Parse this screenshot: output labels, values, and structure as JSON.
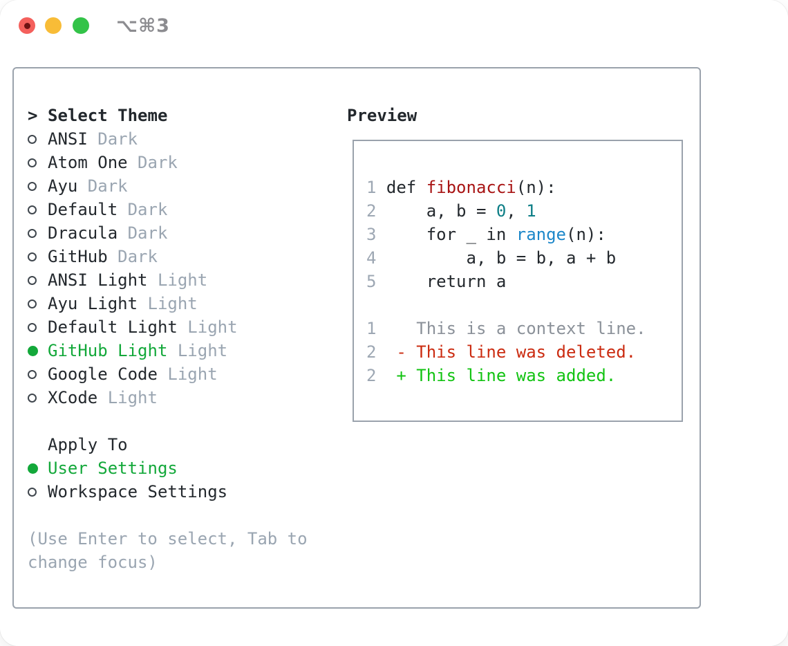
{
  "window": {
    "title_shortcut": "⌥⌘3",
    "traffic_lights": [
      "close",
      "minimize",
      "zoom"
    ]
  },
  "theme_menu": {
    "prompt": ">",
    "header": "Select Theme",
    "items": [
      {
        "name": "ANSI",
        "variant": "Dark",
        "selected": false
      },
      {
        "name": "Atom One",
        "variant": "Dark",
        "selected": false
      },
      {
        "name": "Ayu",
        "variant": "Dark",
        "selected": false
      },
      {
        "name": "Default",
        "variant": "Dark",
        "selected": false
      },
      {
        "name": "Dracula",
        "variant": "Dark",
        "selected": false
      },
      {
        "name": "GitHub",
        "variant": "Dark",
        "selected": false
      },
      {
        "name": "ANSI Light",
        "variant": "Light",
        "selected": false
      },
      {
        "name": "Ayu Light",
        "variant": "Light",
        "selected": false
      },
      {
        "name": "Default Light",
        "variant": "Light",
        "selected": false
      },
      {
        "name": "GitHub Light",
        "variant": "Light",
        "selected": true
      },
      {
        "name": "Google Code",
        "variant": "Light",
        "selected": false
      },
      {
        "name": "XCode",
        "variant": "Light",
        "selected": false
      }
    ]
  },
  "apply_to": {
    "header": "Apply To",
    "options": [
      {
        "label": "User Settings",
        "selected": true
      },
      {
        "label": "Workspace Settings",
        "selected": false
      }
    ]
  },
  "hint": {
    "line1": "(Use Enter to select, Tab to",
    "line2": "change focus)"
  },
  "preview": {
    "header": "Preview",
    "lines": [
      {
        "num": "1",
        "segments": [
          {
            "t": " def ",
            "c": "fg"
          },
          {
            "t": "fibonacci",
            "c": "func"
          },
          {
            "t": "(n):",
            "c": "fg"
          }
        ]
      },
      {
        "num": "2",
        "segments": [
          {
            "t": "     a, b = ",
            "c": "fg"
          },
          {
            "t": "0",
            "c": "number"
          },
          {
            "t": ", ",
            "c": "fg"
          },
          {
            "t": "1",
            "c": "number"
          }
        ]
      },
      {
        "num": "3",
        "segments": [
          {
            "t": "     for _ in ",
            "c": "fg"
          },
          {
            "t": "range",
            "c": "builtin"
          },
          {
            "t": "(n):",
            "c": "fg"
          }
        ]
      },
      {
        "num": "4",
        "segments": [
          {
            "t": "         a, b = b, a + b",
            "c": "fg"
          }
        ]
      },
      {
        "num": "5",
        "segments": [
          {
            "t": "     return a",
            "c": "fg"
          }
        ]
      },
      {
        "num": "",
        "segments": []
      },
      {
        "num": "1",
        "segments": [
          {
            "t": "    This is a context line.",
            "c": "context"
          }
        ]
      },
      {
        "num": "2",
        "segments": [
          {
            "t": "  - This line was deleted.",
            "c": "deleted"
          }
        ]
      },
      {
        "num": "2",
        "segments": [
          {
            "t": "  + This line was added.",
            "c": "added"
          }
        ]
      }
    ]
  },
  "colors": {
    "text": "#23282d",
    "muted": "#9aa5b1",
    "line_number": "#9da7b3",
    "context_gray": "#8b9199",
    "accent_green": "#13a83a",
    "added_green": "#12c312",
    "deleted_red": "#cb2b10",
    "function_red": "#a81414",
    "number_teal": "#0d7e86",
    "builtin_blue": "#1c87c9",
    "border_gray": "#9aa2ac",
    "title_gray": "#8c8c90",
    "traffic_red": "#f4605c",
    "traffic_yellow": "#f8bc37",
    "traffic_green": "#33c348"
  }
}
